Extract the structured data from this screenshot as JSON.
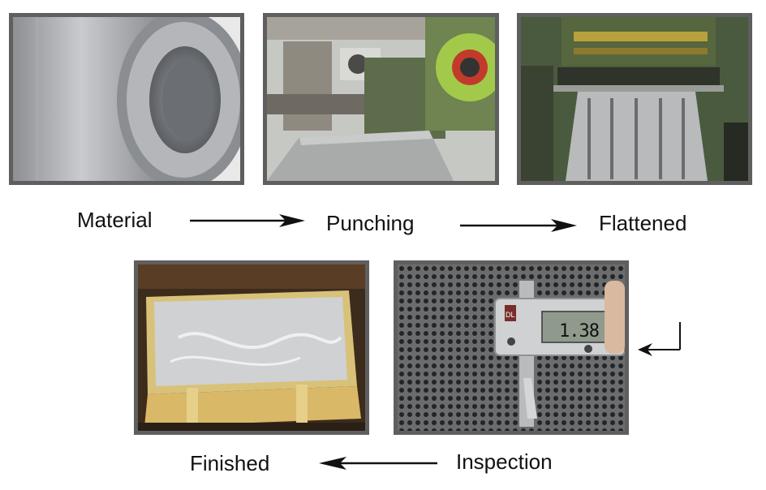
{
  "steps": {
    "material": "Material",
    "punching": "Punching",
    "flattened": "Flattened",
    "inspection": "Inspection",
    "finished": "Finished"
  },
  "caliper_reading": "1.38",
  "caliper_brand": "DL",
  "icons": {
    "flow_arrow": "long-arrow-right-icon",
    "flow_arrow_back": "long-arrow-left-icon",
    "return_arrow": "return-left-arrow-icon"
  },
  "colors": {
    "frame": "#5f5f5f",
    "text": "#111111",
    "arrow": "#111111"
  }
}
